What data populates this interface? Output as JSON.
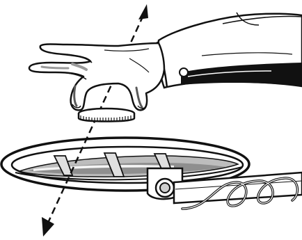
{
  "figure": {
    "has_visible_text": false,
    "style": "black-and-white line illustration",
    "palette": {
      "ink": "#111111",
      "paper": "#ffffff",
      "shade_light": "#d6d6d6",
      "shade_mid": "#9a9a9a",
      "shade_dark": "#5a5a5a"
    },
    "elements": [
      "hand-holding-coin",
      "coin",
      "detector-search-coil",
      "coil-cable",
      "coil-mount-bolt",
      "detector-shaft",
      "dashed-axis-arrow"
    ]
  }
}
